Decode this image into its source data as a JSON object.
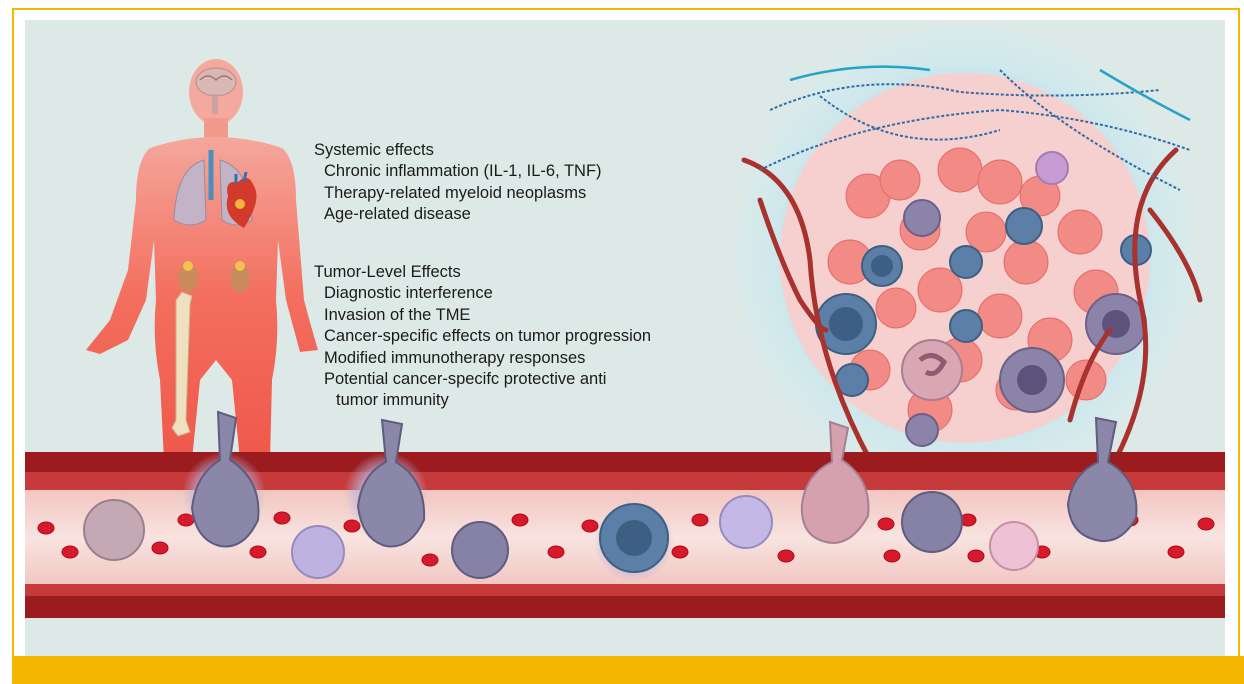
{
  "systemic": {
    "heading": "Systemic effects",
    "items": [
      "Chronic inflammation (IL-1, IL-6, TNF)",
      "Therapy-related myeloid neoplasms",
      "Age-related disease"
    ]
  },
  "tumor": {
    "heading": "Tumor-Level Effects",
    "items": [
      "Diagnostic interference",
      "Invasion of the TME",
      "Cancer-specific effects on tumor progression",
      "Modified immunotherapy responses",
      "Potential cancer-specifc protective anti"
    ],
    "item_continuation": "tumor immunity"
  },
  "colors": {
    "frame": "#f1b800",
    "panel": "#dde9e6",
    "body": "#f26b5b",
    "vessel": "#9b1b1f",
    "lumen": "#f6d6d3",
    "red_cell": "#d7192b",
    "tumor_cell": "#f28a86",
    "monocyte": "#8a87a8",
    "lymphocyte": "#4a7090"
  },
  "icons": [
    "human-body-icon",
    "brain-icon",
    "lungs-icon",
    "heart-icon",
    "kidney-icon",
    "bone-icon",
    "tumor-icon",
    "blood-vessel-icon",
    "red-blood-cell-icon",
    "immune-cell-icon"
  ]
}
